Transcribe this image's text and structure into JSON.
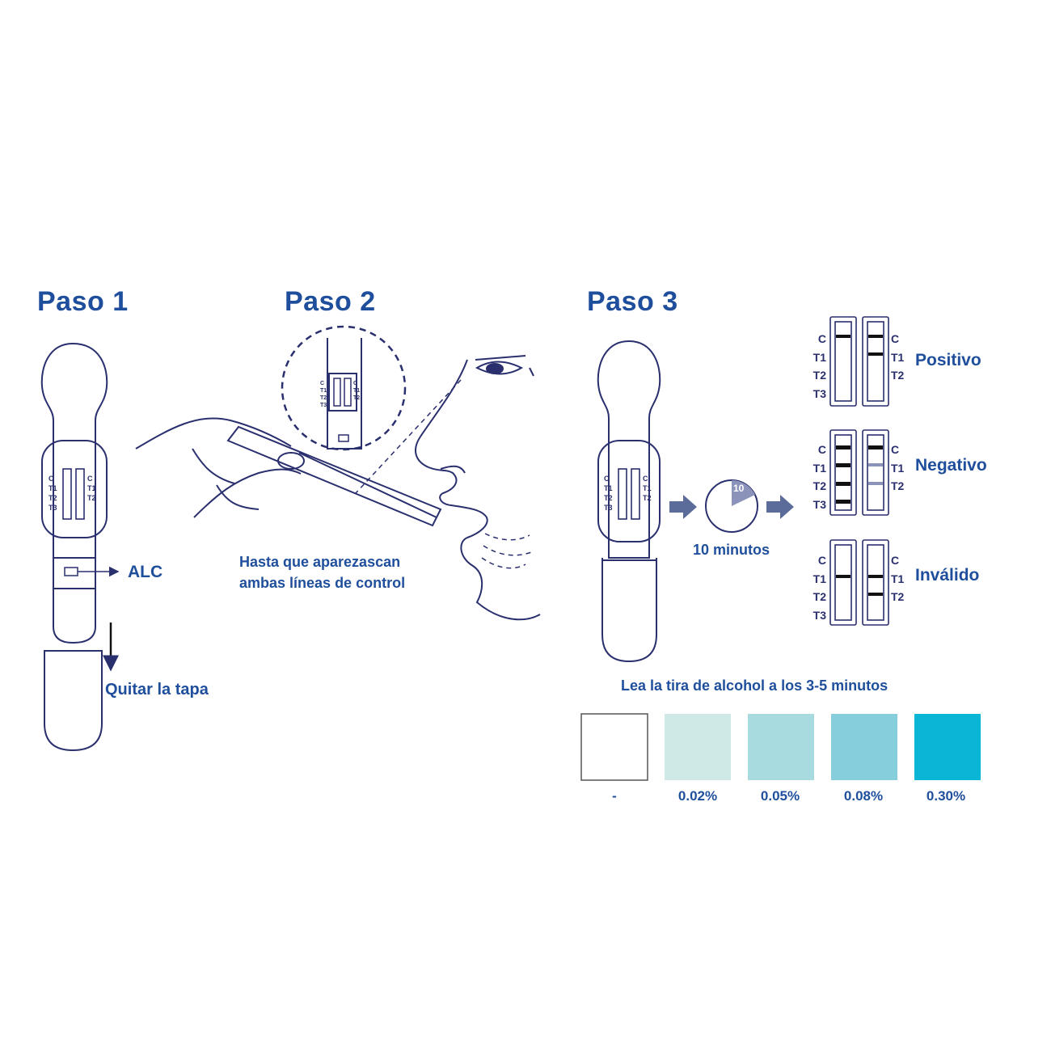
{
  "steps": {
    "step1": {
      "title": "Paso 1",
      "alc_label": "ALC",
      "cap_label": "Quitar la tapa"
    },
    "step2": {
      "title": "Paso 2",
      "note_line1": "Hasta que aparezascan",
      "note_line2": "ambas líneas de control"
    },
    "step3": {
      "title": "Paso 3",
      "timer_value": "10",
      "timer_label": "10 minutos"
    }
  },
  "strip_labels": {
    "c": "C",
    "t1": "T1",
    "t2": "T2",
    "t3": "T3"
  },
  "results": [
    {
      "name": "Positivo"
    },
    {
      "name": "Negativo"
    },
    {
      "name": "Inválido"
    }
  ],
  "alcohol_chart": {
    "caption": "Lea la tira de alcohol a los 3-5 minutos",
    "swatches": [
      {
        "label": "-",
        "color": "#ffffff"
      },
      {
        "label": "0.02%",
        "color": "#cfe9e6"
      },
      {
        "label": "0.05%",
        "color": "#a7dbe0"
      },
      {
        "label": "0.08%",
        "color": "#86cedb"
      },
      {
        "label": "0.30%",
        "color": "#0ab5d6"
      }
    ]
  },
  "colors": {
    "brand_blue": "#1f4f9c",
    "line_navy": "#2a2f6e",
    "arrow_slate": "#5b6b9a"
  }
}
